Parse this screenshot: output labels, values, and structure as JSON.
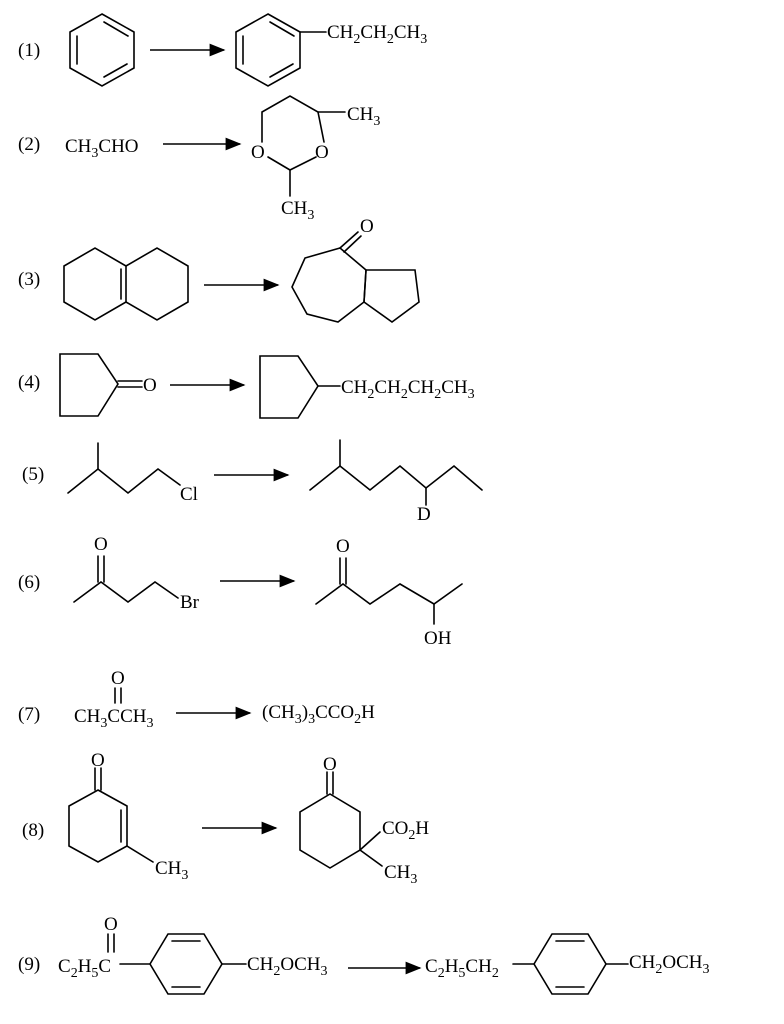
{
  "reactions": [
    {
      "number": "(1)",
      "product": {
        "substituent": "CH2CH2CH3"
      }
    },
    {
      "number": "(2)",
      "reactant": "CH3CHO",
      "product": {
        "ring_oxygen_1": "O",
        "ring_oxygen_2": "O",
        "methyl_top": "CH3",
        "methyl_bottom": "CH3"
      }
    },
    {
      "number": "(3)",
      "product": {
        "carbonyl_o": "O"
      }
    },
    {
      "number": "(4)",
      "reactant": {
        "carbonyl_o": "O"
      },
      "product": {
        "substituent": "CH2CH2CH2CH3"
      }
    },
    {
      "number": "(5)",
      "reactant": {
        "halogen": "Cl"
      },
      "product": {
        "label": "D"
      }
    },
    {
      "number": "(6)",
      "reactant": {
        "carbonyl_o": "O",
        "halogen": "Br"
      },
      "product": {
        "carbonyl_o": "O",
        "hydroxyl": "OH"
      }
    },
    {
      "number": "(7)",
      "reactant": {
        "carbonyl_o": "O",
        "formula": "CH3CCH3"
      },
      "product": "(CH3)3CCO2H"
    },
    {
      "number": "(8)",
      "reactant": {
        "carbonyl_o": "O",
        "methyl": "CH3"
      },
      "product": {
        "carbonyl_o": "O",
        "acid": "CO2H",
        "methyl": "CH3"
      }
    },
    {
      "number": "(9)",
      "reactant": {
        "carbonyl_o": "O",
        "ethyl": "C2H5C",
        "ether": "CH2OCH3"
      },
      "product": {
        "ethyl": "C2H5CH2",
        "ether": "CH2OCH3"
      }
    }
  ]
}
